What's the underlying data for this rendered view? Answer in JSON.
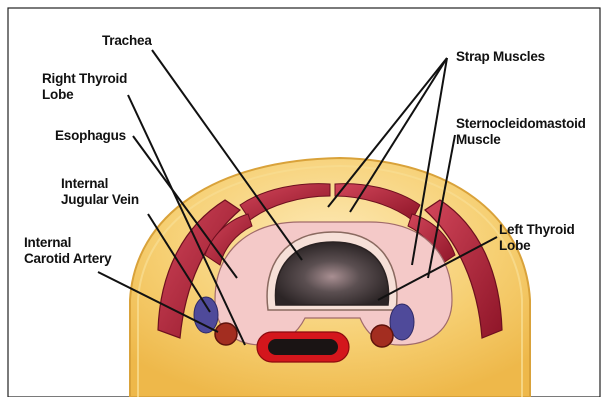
{
  "labels": {
    "trachea": "Trachea",
    "right_thyroid_lobe": "Right Thyroid\nLobe",
    "esophagus": "Esophagus",
    "internal_jugular_vein": "Internal\nJugular Vein",
    "internal_carotid_artery": "Internal\nCarotid Artery",
    "strap_muscles": "Strap Muscles",
    "sternocleidomastoid_muscle": "Sternocleidomastoid\nMuscle",
    "left_thyroid_lobe": "Left Thyroid\nLobe"
  },
  "colors": {
    "fat": "#f2c25a",
    "fat_light": "#fbe3a0",
    "muscle": "#b8213a",
    "muscle_dark": "#7e1224",
    "thyroid": "#f3c6c6",
    "trachea_lumen": "#3b3434",
    "esophagus_ring": "#d4161c",
    "vein": "#4f4a9a",
    "artery": "#a32d20",
    "leader": "#111111"
  }
}
